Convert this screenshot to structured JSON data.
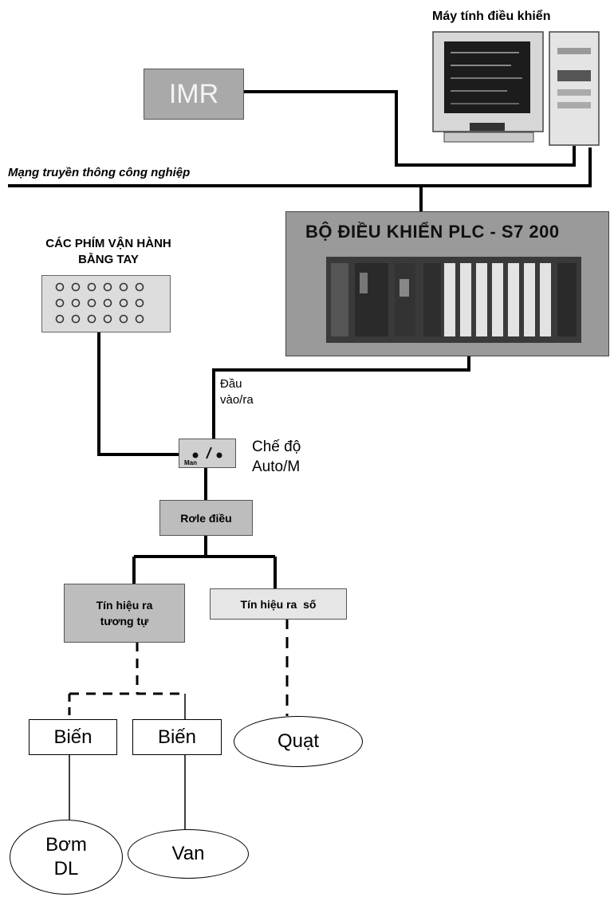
{
  "computer": {
    "label": "Máy tính điều khiển"
  },
  "imr": {
    "label": "IMR"
  },
  "network": {
    "label": "Mạng truyền thông công nghiệp"
  },
  "plc": {
    "label": "BỘ ĐIỀU KHIỂN PLC - S7 200"
  },
  "manual_keys": {
    "line1": "CÁC PHÍM VẬN HÀNH",
    "line2": "BẰNG TAY"
  },
  "io": {
    "line1": "Đầu",
    "line2": "vào/ra"
  },
  "mode_switch": {
    "line1": "Chế độ",
    "line2": "Auto/M",
    "tag": "Man"
  },
  "relay": {
    "label": "Rơle điều"
  },
  "analog_out": {
    "line1": "Tín hiệu ra",
    "line2": "tương tự"
  },
  "digital_out": {
    "label": "Tín hiệu ra  số"
  },
  "inverter1": {
    "label": "Biến"
  },
  "inverter2": {
    "label": "Biến"
  },
  "fan": {
    "label": "Quạt"
  },
  "pump": {
    "line1": "Bơm",
    "line2": "DL"
  },
  "valve": {
    "label": "Van"
  }
}
